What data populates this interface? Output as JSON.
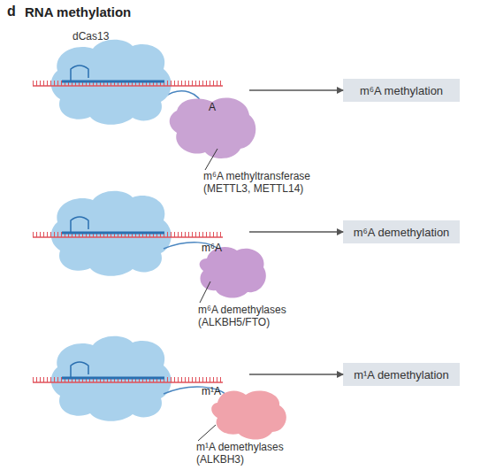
{
  "diagram": {
    "title": "RNA methylation",
    "nodes": [
      {
        "text": [
          "dCas13",
          "A",
          "m⁶A methyltransferase (METTL3, METTL14)"
        ]
      },
      {
        "text": [
          "m⁶A methylation"
        ]
      },
      {
        "text": [
          "m⁶A",
          "m⁶A demethylases (ALKBH5/FTO)"
        ]
      },
      {
        "text": [
          "m⁶A demethylation"
        ]
      },
      {
        "text": [
          "m¹A",
          "m¹A demethylases (ALKBH3)"
        ]
      },
      {
        "text": [
          "m¹A demethylation"
        ]
      }
    ],
    "edges": [
      {
        "from": 0,
        "to": 1,
        "arrow": "to"
      },
      {
        "from": 2,
        "to": 3,
        "arrow": "to"
      },
      {
        "from": 4,
        "to": 5,
        "arrow": "to"
      }
    ],
    "labels": [
      "d"
    ]
  }
}
